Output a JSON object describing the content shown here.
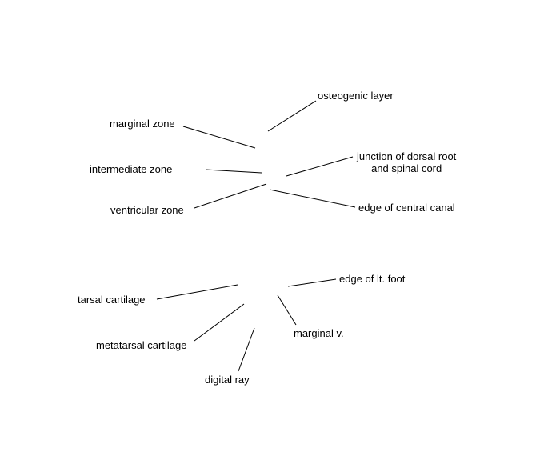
{
  "colors": {
    "background": "#ffffff",
    "text": "#000000",
    "line": "#000000"
  },
  "upper_labels": {
    "osteogenic_layer": "osteogenic layer",
    "marginal_zone": "marginal zone",
    "junction_line1": "junction of dorsal root",
    "junction_line2": "and spinal cord",
    "intermediate_zone": "intermediate zone",
    "ventricular_zone": "ventricular zone",
    "edge_central_canal": "edge of central canal"
  },
  "lower_labels": {
    "edge_lt_foot": "edge of lt. foot",
    "tarsal_cartilage": "tarsal cartilage",
    "marginal_v": "marginal v.",
    "metatarsal_cartilage": "metatarsal cartilage",
    "digital_ray": "digital ray"
  }
}
